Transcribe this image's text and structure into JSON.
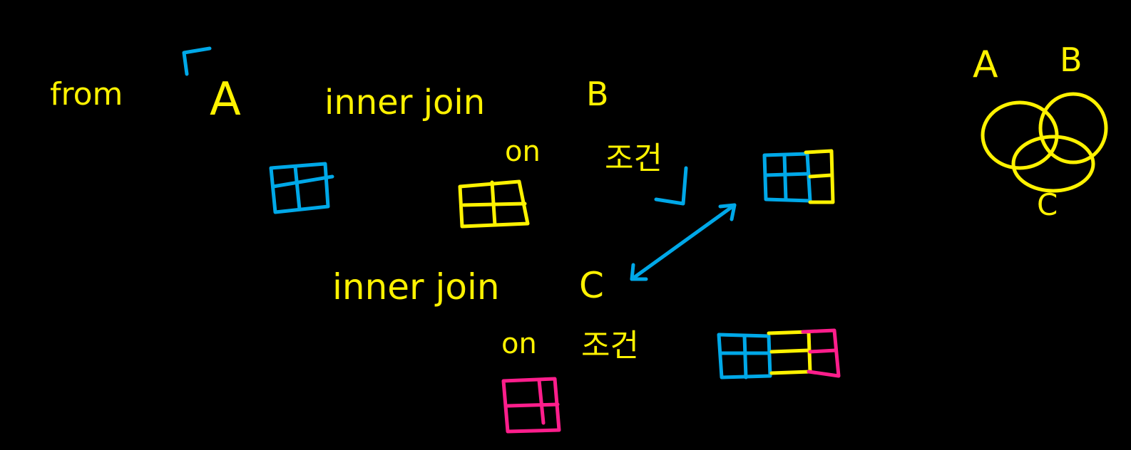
{
  "colors": {
    "background": "#000000",
    "yellow": "#fff200",
    "blue": "#00a8e8",
    "pink": "#ff1e8c"
  },
  "query": {
    "from_word": "from",
    "table_a": "A",
    "inner_join_1": "inner join",
    "table_b": "B",
    "on_1": "on",
    "condition_1": "조건",
    "inner_join_2": "inner join",
    "table_c": "C",
    "on_2": "on",
    "condition_2": "조건"
  },
  "venn": {
    "label_a": "A",
    "label_b": "B",
    "label_c": "C"
  }
}
